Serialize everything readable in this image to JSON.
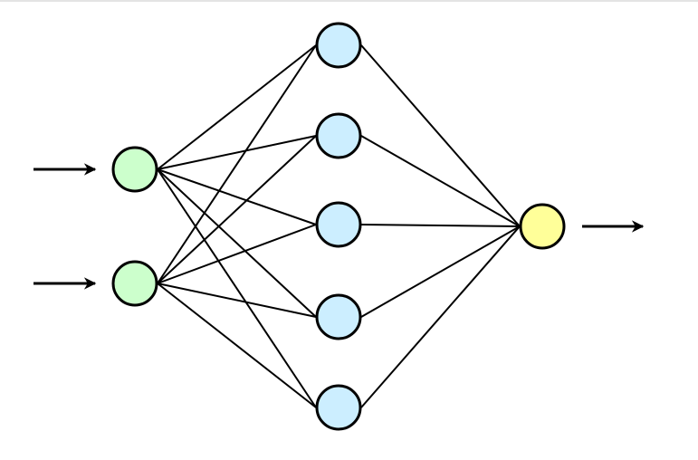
{
  "diagram": {
    "type": "neural-network",
    "layers": [
      {
        "role": "input",
        "nodes": 2,
        "color": "#ccffcc"
      },
      {
        "role": "hidden",
        "nodes": 5,
        "color": "#cceeff"
      },
      {
        "role": "output",
        "nodes": 1,
        "color": "#ffff99"
      }
    ],
    "connections": "fully-connected",
    "input_arrows": 2,
    "output_arrows": 1,
    "stroke_color": "#000000"
  }
}
